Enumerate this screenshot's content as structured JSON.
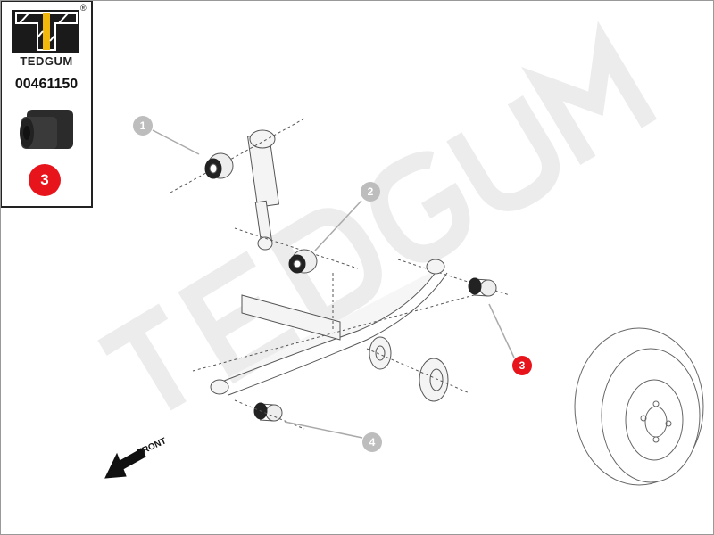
{
  "brand": {
    "name": "TEDGUM",
    "registered": "®",
    "colors": {
      "logo_black": "#1a1a1a",
      "logo_yellow": "#f2b80c",
      "badge_red": "#e8141c",
      "callout_gray": "#bdbdbd"
    }
  },
  "part": {
    "number": "00461150",
    "position_badge": "3"
  },
  "diagram": {
    "watermark": "TEDGUM",
    "direction_label": "FRONT",
    "callouts": [
      {
        "label": "1",
        "highlighted": false
      },
      {
        "label": "2",
        "highlighted": false
      },
      {
        "label": "3",
        "highlighted": true
      },
      {
        "label": "4",
        "highlighted": false
      }
    ]
  }
}
